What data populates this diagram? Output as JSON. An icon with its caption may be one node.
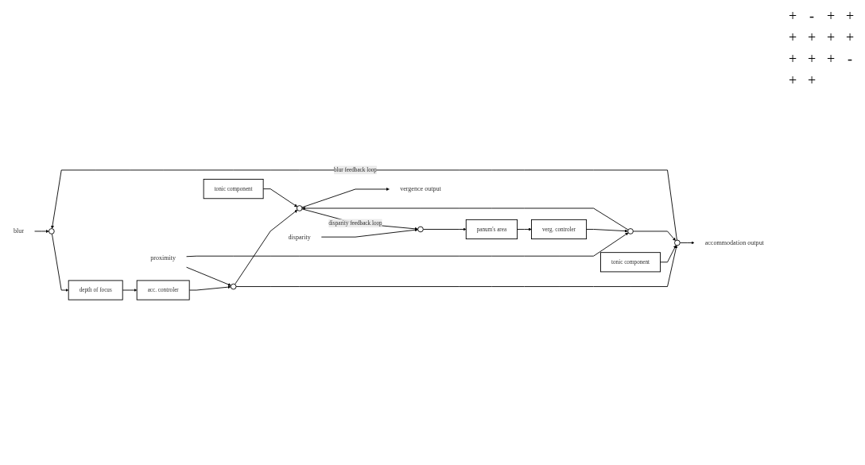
{
  "diagram": {
    "nodes": [
      {
        "text": [
          "blur"
        ]
      },
      {
        "text": [],
        "shape": "circle"
      },
      {
        "text": [
          "depth of focus"
        ]
      },
      {
        "text": [
          "acc. controler"
        ]
      },
      {
        "text": [],
        "shape": "circle"
      },
      {
        "text": [
          "tonic component"
        ]
      },
      {
        "text": [],
        "shape": "circle"
      },
      {
        "text": [
          "accommodation output"
        ]
      },
      {
        "text": [
          "proximity"
        ]
      },
      {
        "text": [
          "disparity"
        ]
      },
      {
        "text": [],
        "shape": "circle"
      },
      {
        "text": [
          "panum's area"
        ]
      },
      {
        "text": [
          "verg. controler"
        ]
      },
      {
        "text": [],
        "shape": "circle"
      },
      {
        "text": [
          "tonic component"
        ]
      },
      {
        "text": [],
        "shape": "circle"
      },
      {
        "text": [
          "vergence output"
        ]
      }
    ],
    "edges": [
      {
        "from": 0,
        "to": 1,
        "arrow": "to"
      },
      {
        "from": 1,
        "to": 2,
        "arrow": "to"
      },
      {
        "from": 2,
        "to": 3,
        "arrow": "to"
      },
      {
        "from": 3,
        "to": 4,
        "arrow": "to"
      },
      {
        "from": 4,
        "to": 6,
        "arrow": "to"
      },
      {
        "from": 5,
        "to": 6,
        "arrow": "to"
      },
      {
        "from": 6,
        "to": 7,
        "arrow": "to"
      },
      {
        "from": 6,
        "to": 1,
        "arrow": "to",
        "label": "blur feedback loop"
      },
      {
        "from": 8,
        "to": 4,
        "arrow": "to"
      },
      {
        "from": 8,
        "to": 13,
        "arrow": "to"
      },
      {
        "from": 9,
        "to": 10,
        "arrow": "to"
      },
      {
        "from": 10,
        "to": 11,
        "arrow": "to"
      },
      {
        "from": 11,
        "to": 12,
        "arrow": "to"
      },
      {
        "from": 12,
        "to": 13,
        "arrow": "to"
      },
      {
        "from": 13,
        "to": 15,
        "arrow": "to"
      },
      {
        "from": 13,
        "to": 6,
        "arrow": "to"
      },
      {
        "from": 4,
        "to": 15,
        "arrow": "to"
      },
      {
        "from": 14,
        "to": 15,
        "arrow": "to"
      },
      {
        "from": 15,
        "to": 16,
        "arrow": "to"
      },
      {
        "from": 15,
        "to": 10,
        "arrow": "to",
        "label": "disparity feedback loop"
      }
    ],
    "labels": [
      "+",
      "-",
      "+",
      "+",
      "+",
      "+",
      "+",
      "+",
      "+",
      "+",
      "+",
      "-",
      "+",
      "+"
    ]
  }
}
